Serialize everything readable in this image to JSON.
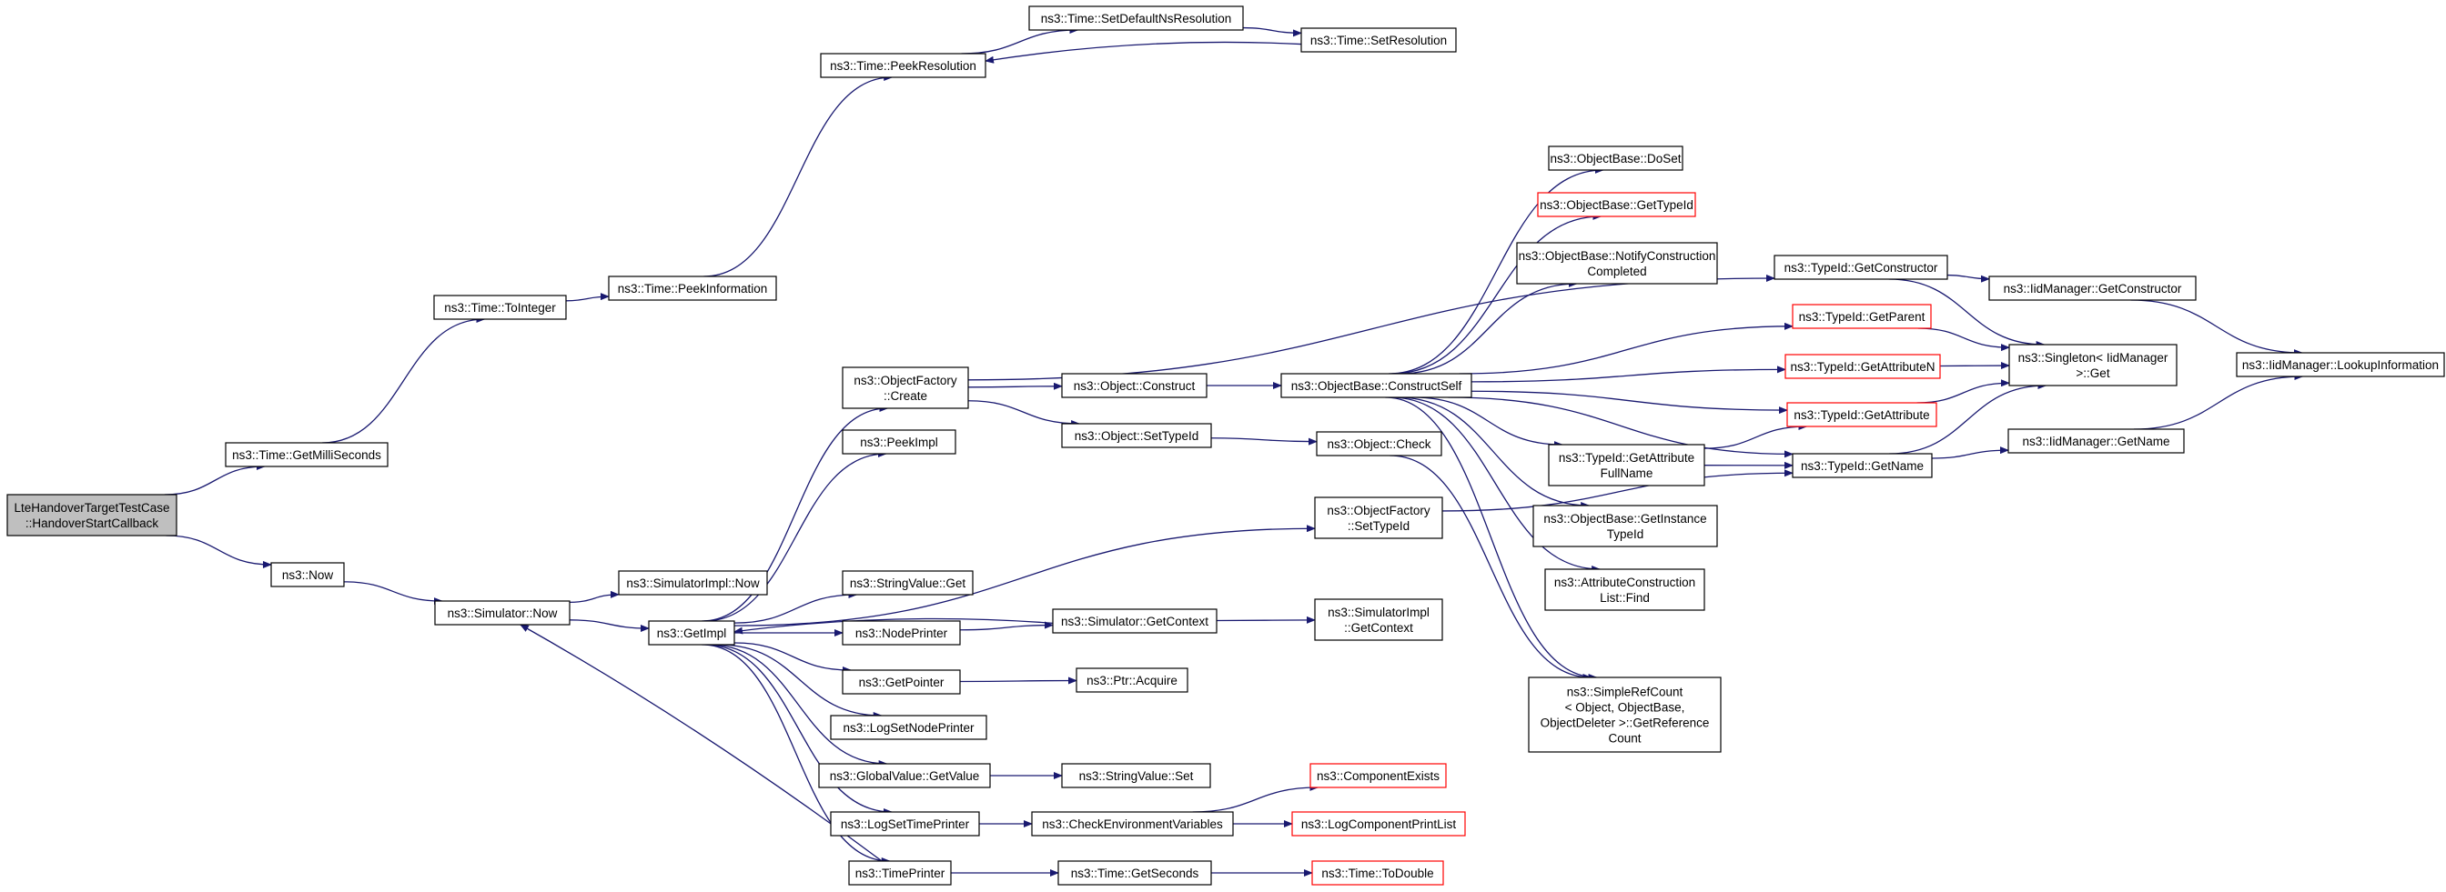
{
  "colors": {
    "edge": "#191970",
    "node_border": "#000000",
    "node_border_incomplete": "#ff0000",
    "root_fill": "#bfbfbf",
    "node_fill": "#ffffff"
  },
  "nodes": [
    {
      "id": "root",
      "lines": [
        "LteHandoverTargetTestCase",
        "::HandoverStartCallback"
      ],
      "root": true
    },
    {
      "id": "getms",
      "lines": [
        "ns3::Time::GetMilliSeconds"
      ]
    },
    {
      "id": "now",
      "lines": [
        "ns3::Now"
      ]
    },
    {
      "id": "tointeger",
      "lines": [
        "ns3::Time::ToInteger"
      ]
    },
    {
      "id": "peekinfo",
      "lines": [
        "ns3::Time::PeekInformation"
      ]
    },
    {
      "id": "peekres",
      "lines": [
        "ns3::Time::PeekResolution"
      ]
    },
    {
      "id": "setdefns",
      "lines": [
        "ns3::Time::SetDefaultNsResolution"
      ]
    },
    {
      "id": "setres",
      "lines": [
        "ns3::Time::SetResolution"
      ]
    },
    {
      "id": "simnow",
      "lines": [
        "ns3::Simulator::Now"
      ]
    },
    {
      "id": "simimplnow",
      "lines": [
        "ns3::SimulatorImpl::Now"
      ]
    },
    {
      "id": "getimpl",
      "lines": [
        "ns3::GetImpl"
      ]
    },
    {
      "id": "ofcreate",
      "lines": [
        "ns3::ObjectFactory",
        "::Create"
      ]
    },
    {
      "id": "peekimpl",
      "lines": [
        "ns3::PeekImpl"
      ]
    },
    {
      "id": "strget",
      "lines": [
        "ns3::StringValue::Get"
      ]
    },
    {
      "id": "nodeprinter",
      "lines": [
        "ns3::NodePrinter"
      ]
    },
    {
      "id": "getpointer",
      "lines": [
        "ns3::GetPointer"
      ]
    },
    {
      "id": "logsetnode",
      "lines": [
        "ns3::LogSetNodePrinter"
      ]
    },
    {
      "id": "gvgetvalue",
      "lines": [
        "ns3::GlobalValue::GetValue"
      ]
    },
    {
      "id": "logsettime",
      "lines": [
        "ns3::LogSetTimePrinter"
      ]
    },
    {
      "id": "timeprinter",
      "lines": [
        "ns3::TimePrinter"
      ]
    },
    {
      "id": "objconstruct",
      "lines": [
        "ns3::Object::Construct"
      ]
    },
    {
      "id": "objsettypeid",
      "lines": [
        "ns3::Object::SetTypeId"
      ]
    },
    {
      "id": "simgetctx",
      "lines": [
        "ns3::Simulator::GetContext"
      ]
    },
    {
      "id": "ptracquire",
      "lines": [
        "ns3::Ptr::Acquire"
      ]
    },
    {
      "id": "strset",
      "lines": [
        "ns3::StringValue::Set"
      ]
    },
    {
      "id": "checkenv",
      "lines": [
        "ns3::CheckEnvironmentVariables"
      ]
    },
    {
      "id": "getseconds",
      "lines": [
        "ns3::Time::GetSeconds"
      ]
    },
    {
      "id": "obconstructself",
      "lines": [
        "ns3::ObjectBase::ConstructSelf"
      ]
    },
    {
      "id": "objcheck",
      "lines": [
        "ns3::Object::Check"
      ]
    },
    {
      "id": "ofsettypeid",
      "lines": [
        "ns3::ObjectFactory",
        "::SetTypeId"
      ]
    },
    {
      "id": "simimplctx",
      "lines": [
        "ns3::SimulatorImpl",
        "::GetContext"
      ]
    },
    {
      "id": "compexists",
      "lines": [
        "ns3::ComponentExists"
      ],
      "incomplete": true
    },
    {
      "id": "logcomplist",
      "lines": [
        "ns3::LogComponentPrintList"
      ],
      "incomplete": true
    },
    {
      "id": "todouble",
      "lines": [
        "ns3::Time::ToDouble"
      ],
      "incomplete": true
    },
    {
      "id": "obdoset",
      "lines": [
        "ns3::ObjectBase::DoSet"
      ]
    },
    {
      "id": "obgettypeid",
      "lines": [
        "ns3::ObjectBase::GetTypeId"
      ],
      "incomplete": true
    },
    {
      "id": "obnotify",
      "lines": [
        "ns3::ObjectBase::NotifyConstruction",
        "Completed"
      ]
    },
    {
      "id": "tidattrfull",
      "lines": [
        "ns3::TypeId::GetAttribute",
        "FullName"
      ]
    },
    {
      "id": "obgetinst",
      "lines": [
        "ns3::ObjectBase::GetInstance",
        "TypeId"
      ]
    },
    {
      "id": "attrfind",
      "lines": [
        "ns3::AttributeConstruction",
        "List::Find"
      ]
    },
    {
      "id": "srcgetref",
      "lines": [
        "ns3::SimpleRefCount",
        "< Object, ObjectBase,",
        "ObjectDeleter >::GetReference",
        "Count"
      ]
    },
    {
      "id": "tidgetctor",
      "lines": [
        "ns3::TypeId::GetConstructor"
      ]
    },
    {
      "id": "tidgetparent",
      "lines": [
        "ns3::TypeId::GetParent"
      ],
      "incomplete": true
    },
    {
      "id": "tidgetattrn",
      "lines": [
        "ns3::TypeId::GetAttributeN"
      ],
      "incomplete": true
    },
    {
      "id": "tidgetattr",
      "lines": [
        "ns3::TypeId::GetAttribute"
      ],
      "incomplete": true
    },
    {
      "id": "tidgetname",
      "lines": [
        "ns3::TypeId::GetName"
      ]
    },
    {
      "id": "iidgetctor",
      "lines": [
        "ns3::IidManager::GetConstructor"
      ]
    },
    {
      "id": "singleton",
      "lines": [
        "ns3::Singleton< IidManager",
        ">::Get"
      ]
    },
    {
      "id": "iidgetname",
      "lines": [
        "ns3::IidManager::GetName"
      ]
    },
    {
      "id": "iidlookup",
      "lines": [
        "ns3::IidManager::LookupInformation"
      ]
    }
  ],
  "edges": [
    [
      "root",
      "getms"
    ],
    [
      "root",
      "now"
    ],
    [
      "getms",
      "tointeger"
    ],
    [
      "tointeger",
      "peekinfo"
    ],
    [
      "peekinfo",
      "peekres"
    ],
    [
      "peekres",
      "setdefns"
    ],
    [
      "setdefns",
      "setres"
    ],
    [
      "setres",
      "peekres"
    ],
    [
      "now",
      "simnow"
    ],
    [
      "simnow",
      "simimplnow"
    ],
    [
      "simnow",
      "getimpl"
    ],
    [
      "getimpl",
      "ofcreate"
    ],
    [
      "getimpl",
      "peekimpl"
    ],
    [
      "getimpl",
      "ofsettypeid"
    ],
    [
      "getimpl",
      "strget"
    ],
    [
      "getimpl",
      "nodeprinter"
    ],
    [
      "getimpl",
      "getpointer"
    ],
    [
      "getimpl",
      "logsetnode"
    ],
    [
      "getimpl",
      "gvgetvalue"
    ],
    [
      "getimpl",
      "logsettime"
    ],
    [
      "getimpl",
      "timeprinter"
    ],
    [
      "ofcreate",
      "objconstruct"
    ],
    [
      "ofcreate",
      "objsettypeid"
    ],
    [
      "ofcreate",
      "tidgetctor"
    ],
    [
      "objconstruct",
      "obconstructself"
    ],
    [
      "objsettypeid",
      "objcheck"
    ],
    [
      "nodeprinter",
      "simgetctx"
    ],
    [
      "simgetctx",
      "getimpl"
    ],
    [
      "simgetctx",
      "simimplctx"
    ],
    [
      "getpointer",
      "ptracquire"
    ],
    [
      "gvgetvalue",
      "strset"
    ],
    [
      "logsettime",
      "checkenv"
    ],
    [
      "checkenv",
      "compexists"
    ],
    [
      "checkenv",
      "logcomplist"
    ],
    [
      "timeprinter",
      "simnow"
    ],
    [
      "timeprinter",
      "getseconds"
    ],
    [
      "getseconds",
      "todouble"
    ],
    [
      "obconstructself",
      "obdoset"
    ],
    [
      "obconstructself",
      "obgettypeid"
    ],
    [
      "obconstructself",
      "obnotify"
    ],
    [
      "obconstructself",
      "tidgetparent"
    ],
    [
      "obconstructself",
      "tidgetattrn"
    ],
    [
      "obconstructself",
      "tidgetattr"
    ],
    [
      "obconstructself",
      "tidattrfull"
    ],
    [
      "obconstructself",
      "obgetinst"
    ],
    [
      "obconstructself",
      "attrfind"
    ],
    [
      "obconstructself",
      "srcgetref"
    ],
    [
      "obconstructself",
      "tidgetname"
    ],
    [
      "objcheck",
      "srcgetref"
    ],
    [
      "ofsettypeid",
      "tidgetname"
    ],
    [
      "tidattrfull",
      "tidgetattr"
    ],
    [
      "tidattrfull",
      "tidgetname"
    ],
    [
      "tidgetctor",
      "iidgetctor"
    ],
    [
      "tidgetctor",
      "singleton"
    ],
    [
      "tidgetparent",
      "singleton"
    ],
    [
      "tidgetattrn",
      "singleton"
    ],
    [
      "tidgetattr",
      "singleton"
    ],
    [
      "tidgetname",
      "singleton"
    ],
    [
      "tidgetname",
      "iidgetname"
    ],
    [
      "iidgetctor",
      "iidlookup"
    ],
    [
      "iidgetname",
      "iidlookup"
    ]
  ]
}
